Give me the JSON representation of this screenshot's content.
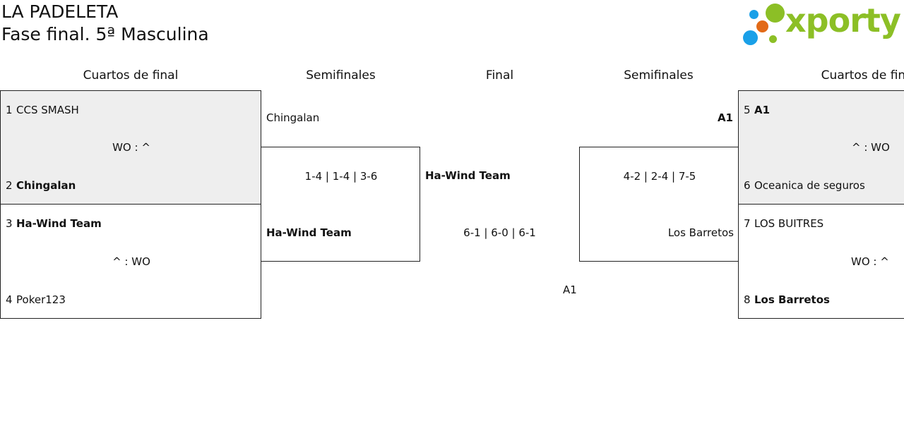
{
  "header": {
    "club": "LA PADELETA",
    "phase": "Fase final. 5ª Masculina"
  },
  "logo": {
    "text": "xporty",
    "colors": {
      "green": "#8cbf26",
      "orange": "#e26a17",
      "blue": "#1aa0e8"
    }
  },
  "columns": {
    "left_qf": "Cuartos de final",
    "left_sf": "Semifinales",
    "final": "Final",
    "right_sf": "Semifinales",
    "right_qf": "Cuartos de final"
  },
  "left_qf": [
    {
      "team1": {
        "seed": "1",
        "name": "CCS SMASH"
      },
      "team2": {
        "seed": "2",
        "name": "Chingalan"
      },
      "score": "WO : ^"
    },
    {
      "team1": {
        "seed": "3",
        "name": "Ha-Wind Team"
      },
      "team2": {
        "seed": "4",
        "name": "Poker123"
      },
      "score": "^ : WO"
    }
  ],
  "right_qf": [
    {
      "team1": {
        "seed": "5",
        "name": "A1"
      },
      "team2": {
        "seed": "6",
        "name": "Oceanica de seguros"
      },
      "score": "^ : WO"
    },
    {
      "team1": {
        "seed": "7",
        "name": "LOS BUITRES"
      },
      "team2": {
        "seed": "8",
        "name": "Los Barretos"
      },
      "score": "WO : ^"
    }
  ],
  "left_sf": {
    "team1": "Chingalan",
    "team2": "Ha-Wind Team",
    "score": "1-4 | 1-4 | 3-6"
  },
  "right_sf": {
    "team1": "A1",
    "team2": "Los Barretos",
    "score": "4-2 | 2-4 | 7-5"
  },
  "final": {
    "team1": "Ha-Wind Team",
    "score": "6-1 | 6-0 | 6-1",
    "team2": "A1"
  }
}
